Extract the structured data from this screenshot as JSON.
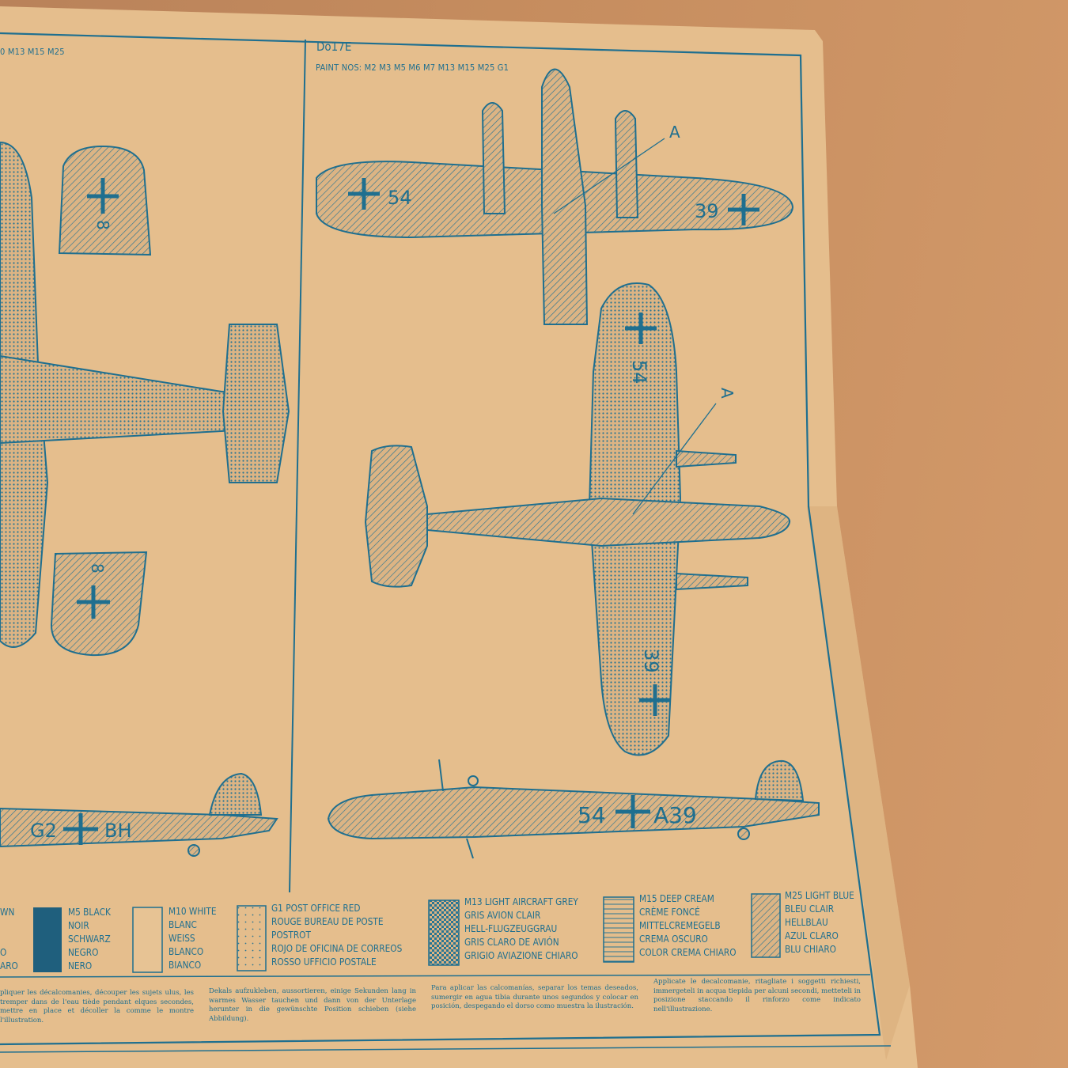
{
  "sheet": {
    "left_paint_header": "M13 M15 M25",
    "left_paint_prefix": "0",
    "model_title": "Do17E",
    "paint_nos": "PAINT NOS: M2 M3 M5 M6 M7 M13 M15 M25 G1",
    "callout_label": "A",
    "markings": {
      "left_wing_code": "54",
      "right_wing_code": "39",
      "fuselage_code_left": "54",
      "fuselage_code_right": "A39",
      "left_plane_fuselage_a": "G2",
      "left_plane_fuselage_b": "BH",
      "left_tail_code": "8",
      "left_tail_code_lower": "8"
    }
  },
  "legend": [
    {
      "code": "",
      "lines": [
        "WN",
        "",
        "",
        "O",
        "ARO"
      ]
    },
    {
      "code": "M5",
      "lines": [
        "M5 BLACK",
        "NOIR",
        "SCHWARZ",
        "NEGRO",
        "NERO"
      ],
      "swatch": "#1f5f7d"
    },
    {
      "code": "M10",
      "lines": [
        "M10 WHITE",
        "BLANC",
        "WEISS",
        "BLANCO",
        "BIANCO"
      ]
    },
    {
      "code": "G1",
      "lines": [
        "G1 POST OFFICE RED",
        "ROUGE BUREAU DE POSTE",
        "POSTROT",
        "ROJO DE OFICINA DE CORREOS",
        "ROSSO UFFICIO POSTALE"
      ]
    },
    {
      "code": "M13",
      "lines": [
        "M13 LIGHT AIRCRAFT GREY",
        "GRIS AVION CLAIR",
        "HELL-FLUGZEUGGRAU",
        "GRIS CLARO DE AVIÓN",
        "GRIGIO AVIAZIONE CHIARO"
      ]
    },
    {
      "code": "M15",
      "lines": [
        "M15 DEEP CREAM",
        "CRÈME FONCÉ",
        "MITTELCREMEGELB",
        "CREMA OSCURO",
        "COLOR CREMA CHIARO"
      ]
    },
    {
      "code": "M25",
      "lines": [
        "M25 LIGHT BLUE",
        "BLEU CLAIR",
        "HELLBLAU",
        "AZUL CLARO",
        "BLU CHIARO"
      ]
    }
  ],
  "instructions": {
    "french": "pliquer les décalcomanies, découper les sujets ulus, les tremper dans de l'eau tiède pendant elques secondes, mettre en place et décoller la comme le montre l'illustration.",
    "german": "Dekals aufzukleben, aussortieren, einige Sekunden lang in warmes Wasser tauchen und dann von der Unterlage herunter in die gewünschte Position schieben (siehe Abbildung).",
    "spanish": "Para aplicar las calcomanías, separar los temas deseados, sumergir en agua tibia durante unos segundos y colocar en posición, despegando el dorso como muestra la ilustración.",
    "italian": "Applicate le decalcomanie, ritagliate i soggetti richiesti, immergeteli in acqua tiepida per alcuni secondi, metteteli in posizione staccando il rinforzo come indicato nell'illustrazione."
  },
  "colors": {
    "ink": "#1f6f8f",
    "paper": "#e4bd8c",
    "table": "#c58c5e"
  }
}
